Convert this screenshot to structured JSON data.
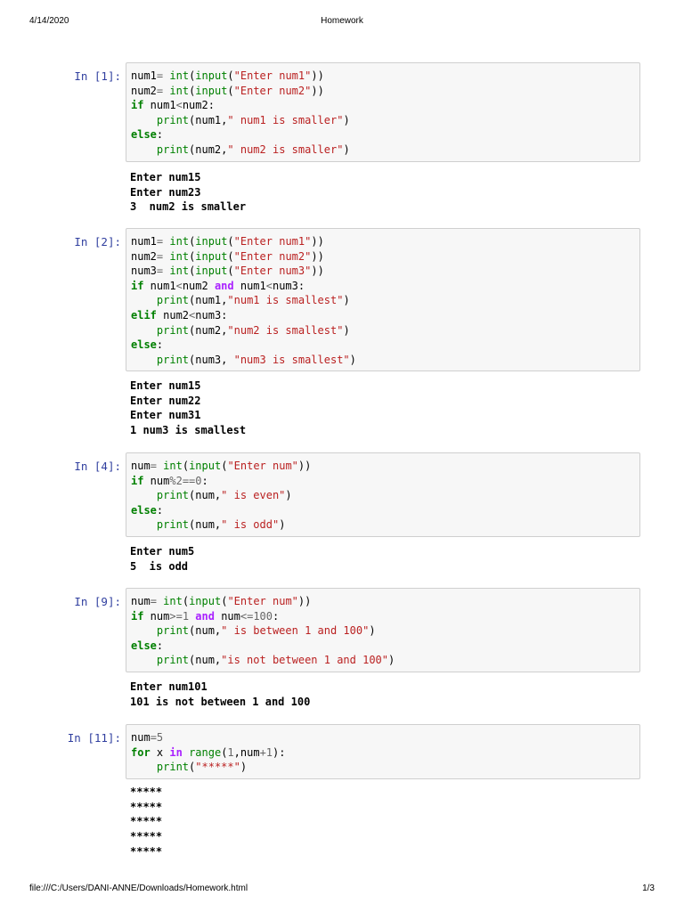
{
  "header": {
    "date": "4/14/2020",
    "title": "Homework"
  },
  "footer": {
    "path": "file:///C:/Users/DANI-ANNE/Downloads/Homework.html",
    "page": "1/3"
  },
  "cells": [
    {
      "prompt": "In [1]:",
      "code": [
        [
          [
            "t",
            "num1"
          ],
          [
            "op",
            "="
          ],
          [
            "t",
            " "
          ],
          [
            "bi",
            "int"
          ],
          [
            "t",
            "("
          ],
          [
            "bi",
            "input"
          ],
          [
            "t",
            "("
          ],
          [
            "st",
            "\"Enter num1\""
          ],
          [
            "t",
            "))"
          ]
        ],
        [
          [
            "t",
            "num2"
          ],
          [
            "op",
            "="
          ],
          [
            "t",
            " "
          ],
          [
            "bi",
            "int"
          ],
          [
            "t",
            "("
          ],
          [
            "bi",
            "input"
          ],
          [
            "t",
            "("
          ],
          [
            "st",
            "\"Enter num2\""
          ],
          [
            "t",
            "))"
          ]
        ],
        [
          [
            "kw",
            "if"
          ],
          [
            "t",
            " num1"
          ],
          [
            "op",
            "<"
          ],
          [
            "t",
            "num2:"
          ]
        ],
        [
          [
            "t",
            "    "
          ],
          [
            "bi",
            "print"
          ],
          [
            "t",
            "(num1,"
          ],
          [
            "st",
            "\" num1 is smaller\""
          ],
          [
            "t",
            ")"
          ]
        ],
        [
          [
            "kw",
            "else"
          ],
          [
            "t",
            ":"
          ]
        ],
        [
          [
            "t",
            "    "
          ],
          [
            "bi",
            "print"
          ],
          [
            "t",
            "(num2,"
          ],
          [
            "st",
            "\" num2 is smaller\""
          ],
          [
            "t",
            ")"
          ]
        ]
      ],
      "output": [
        "Enter num15",
        "Enter num23",
        "3  num2 is smaller"
      ]
    },
    {
      "prompt": "In [2]:",
      "code": [
        [
          [
            "t",
            "num1"
          ],
          [
            "op",
            "="
          ],
          [
            "t",
            " "
          ],
          [
            "bi",
            "int"
          ],
          [
            "t",
            "("
          ],
          [
            "bi",
            "input"
          ],
          [
            "t",
            "("
          ],
          [
            "st",
            "\"Enter num1\""
          ],
          [
            "t",
            "))"
          ]
        ],
        [
          [
            "t",
            "num2"
          ],
          [
            "op",
            "="
          ],
          [
            "t",
            " "
          ],
          [
            "bi",
            "int"
          ],
          [
            "t",
            "("
          ],
          [
            "bi",
            "input"
          ],
          [
            "t",
            "("
          ],
          [
            "st",
            "\"Enter num2\""
          ],
          [
            "t",
            "))"
          ]
        ],
        [
          [
            "t",
            "num3"
          ],
          [
            "op",
            "="
          ],
          [
            "t",
            " "
          ],
          [
            "bi",
            "int"
          ],
          [
            "t",
            "("
          ],
          [
            "bi",
            "input"
          ],
          [
            "t",
            "("
          ],
          [
            "st",
            "\"Enter num3\""
          ],
          [
            "t",
            "))"
          ]
        ],
        [
          [
            "kw",
            "if"
          ],
          [
            "t",
            " num1"
          ],
          [
            "op",
            "<"
          ],
          [
            "t",
            "num2 "
          ],
          [
            "ow",
            "and"
          ],
          [
            "t",
            " num1"
          ],
          [
            "op",
            "<"
          ],
          [
            "t",
            "num3:"
          ]
        ],
        [
          [
            "t",
            "    "
          ],
          [
            "bi",
            "print"
          ],
          [
            "t",
            "(num1,"
          ],
          [
            "st",
            "\"num1 is smallest\""
          ],
          [
            "t",
            ")"
          ]
        ],
        [
          [
            "kw",
            "elif"
          ],
          [
            "t",
            " num2"
          ],
          [
            "op",
            "<"
          ],
          [
            "t",
            "num3:"
          ]
        ],
        [
          [
            "t",
            "    "
          ],
          [
            "bi",
            "print"
          ],
          [
            "t",
            "(num2,"
          ],
          [
            "st",
            "\"num2 is smallest\""
          ],
          [
            "t",
            ")"
          ]
        ],
        [
          [
            "kw",
            "else"
          ],
          [
            "t",
            ":"
          ]
        ],
        [
          [
            "t",
            "    "
          ],
          [
            "bi",
            "print"
          ],
          [
            "t",
            "(num3, "
          ],
          [
            "st",
            "\"num3 is smallest\""
          ],
          [
            "t",
            ")"
          ]
        ]
      ],
      "output": [
        "Enter num15",
        "Enter num22",
        "Enter num31",
        "1 num3 is smallest"
      ]
    },
    {
      "prompt": "In [4]:",
      "code": [
        [
          [
            "t",
            "num"
          ],
          [
            "op",
            "="
          ],
          [
            "t",
            " "
          ],
          [
            "bi",
            "int"
          ],
          [
            "t",
            "("
          ],
          [
            "bi",
            "input"
          ],
          [
            "t",
            "("
          ],
          [
            "st",
            "\"Enter num\""
          ],
          [
            "t",
            "))"
          ]
        ],
        [
          [
            "kw",
            "if"
          ],
          [
            "t",
            " num"
          ],
          [
            "op",
            "%"
          ],
          [
            "nm",
            "2"
          ],
          [
            "op",
            "=="
          ],
          [
            "nm",
            "0"
          ],
          [
            "t",
            ":"
          ]
        ],
        [
          [
            "t",
            "    "
          ],
          [
            "bi",
            "print"
          ],
          [
            "t",
            "(num,"
          ],
          [
            "st",
            "\" is even\""
          ],
          [
            "t",
            ")"
          ]
        ],
        [
          [
            "kw",
            "else"
          ],
          [
            "t",
            ":"
          ]
        ],
        [
          [
            "t",
            "    "
          ],
          [
            "bi",
            "print"
          ],
          [
            "t",
            "(num,"
          ],
          [
            "st",
            "\" is odd\""
          ],
          [
            "t",
            ")"
          ]
        ]
      ],
      "output": [
        "Enter num5",
        "5  is odd"
      ]
    },
    {
      "prompt": "In [9]:",
      "code": [
        [
          [
            "t",
            "num"
          ],
          [
            "op",
            "="
          ],
          [
            "t",
            " "
          ],
          [
            "bi",
            "int"
          ],
          [
            "t",
            "("
          ],
          [
            "bi",
            "input"
          ],
          [
            "t",
            "("
          ],
          [
            "st",
            "\"Enter num\""
          ],
          [
            "t",
            "))"
          ]
        ],
        [
          [
            "kw",
            "if"
          ],
          [
            "t",
            " num"
          ],
          [
            "op",
            ">="
          ],
          [
            "nm",
            "1"
          ],
          [
            "t",
            " "
          ],
          [
            "ow",
            "and"
          ],
          [
            "t",
            " num"
          ],
          [
            "op",
            "<="
          ],
          [
            "nm",
            "100"
          ],
          [
            "t",
            ":"
          ]
        ],
        [
          [
            "t",
            "    "
          ],
          [
            "bi",
            "print"
          ],
          [
            "t",
            "(num,"
          ],
          [
            "st",
            "\" is between 1 and 100\""
          ],
          [
            "t",
            ")"
          ]
        ],
        [
          [
            "kw",
            "else"
          ],
          [
            "t",
            ":"
          ]
        ],
        [
          [
            "t",
            "    "
          ],
          [
            "bi",
            "print"
          ],
          [
            "t",
            "(num,"
          ],
          [
            "st",
            "\"is not between 1 and 100\""
          ],
          [
            "t",
            ")"
          ]
        ]
      ],
      "output": [
        "Enter num101",
        "101 is not between 1 and 100"
      ]
    },
    {
      "prompt": "In [11]:",
      "code": [
        [
          [
            "t",
            "num"
          ],
          [
            "op",
            "="
          ],
          [
            "nm",
            "5"
          ]
        ],
        [
          [
            "kw",
            "for"
          ],
          [
            "t",
            " x "
          ],
          [
            "ow",
            "in"
          ],
          [
            "t",
            " "
          ],
          [
            "bi",
            "range"
          ],
          [
            "t",
            "("
          ],
          [
            "nm",
            "1"
          ],
          [
            "t",
            ",num"
          ],
          [
            "op",
            "+"
          ],
          [
            "nm",
            "1"
          ],
          [
            "t",
            "):"
          ]
        ],
        [
          [
            "t",
            "    "
          ],
          [
            "bi",
            "print"
          ],
          [
            "t",
            "("
          ],
          [
            "st",
            "\"*****\""
          ],
          [
            "t",
            ")"
          ]
        ]
      ],
      "output": [
        "*****",
        "*****",
        "*****",
        "*****",
        "*****"
      ]
    }
  ]
}
